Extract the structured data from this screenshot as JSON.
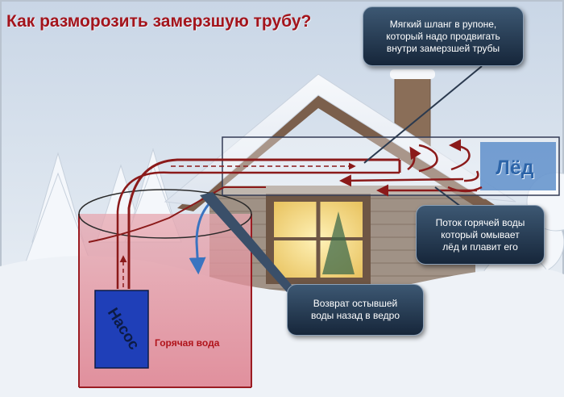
{
  "title": "Как разморозить замерзшую трубу?",
  "callouts": {
    "hose": [
      "Мягкий шланг в рупоне,",
      "который надо продвигать",
      "внутри замерзшей трубы"
    ],
    "flow": [
      "Поток горячей воды",
      "который омывает",
      "лёд и плавит его"
    ],
    "return": [
      "Возврат остывшей",
      "воды  назад в ведро"
    ]
  },
  "labels": {
    "ice": "Лёд",
    "pump": "Насос",
    "hot_water": "Горячая вода"
  },
  "colors": {
    "title": "#a3141c",
    "hose": "#8b1a1a",
    "return_arrow": "#3a74c0",
    "pump": "#1f3fb8",
    "ice": "#5f8fca",
    "callout": "#22364d",
    "water": "#e05b6b"
  }
}
